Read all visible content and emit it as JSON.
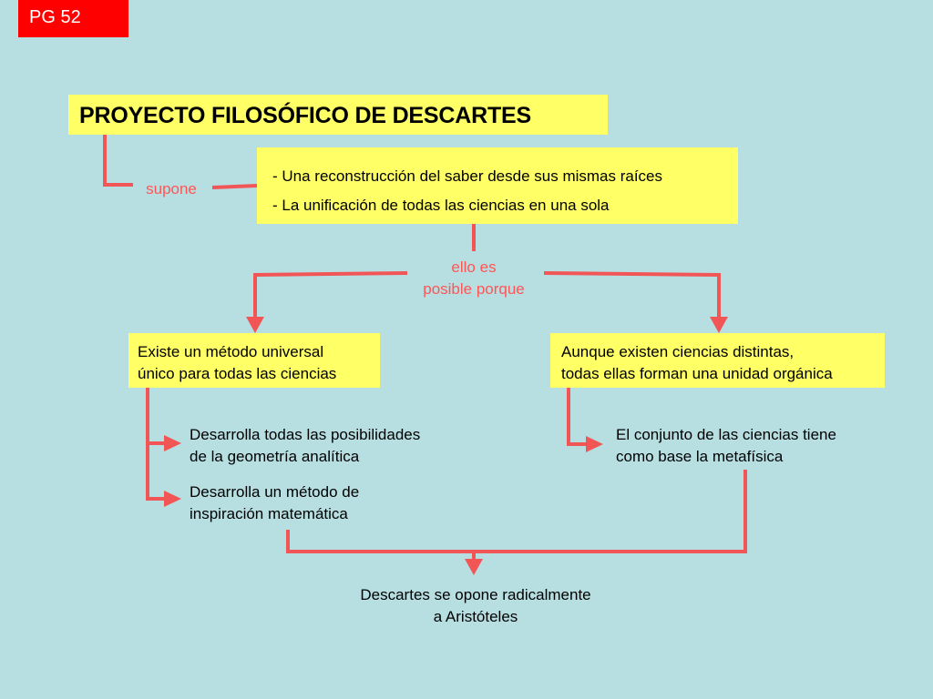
{
  "page_tag": "PG 52",
  "title": "PROYECTO FILOSÓFICO DE DESCARTES",
  "connectors": {
    "supone": "supone",
    "ello_es_line1": "ello es",
    "ello_es_line2": "posible porque"
  },
  "supone_items": [
    "- Una reconstrucción del saber desde sus mismas raíces",
    "- La unificación de todas las ciencias en una sola"
  ],
  "left_branch": {
    "box_line1": "Existe un método universal",
    "box_line2": "único para todas las ciencias",
    "child1_line1": "Desarrolla todas las posibilidades",
    "child1_line2": "de la geometría analítica",
    "child2_line1": "Desarrolla un método de",
    "child2_line2": "inspiración matemática"
  },
  "right_branch": {
    "box_line1": "Aunque existen ciencias distintas,",
    "box_line2": "todas ellas forman una unidad orgánica",
    "child1_line1": "El conjunto de las ciencias tiene",
    "child1_line2": "como base la metafísica"
  },
  "conclusion": {
    "line1": "Descartes se opone radicalmente",
    "line2": "a Aristóteles"
  },
  "colors": {
    "background": "#b7dfe2",
    "box_fill": "#ffff66",
    "connector": "#f25555",
    "connector_text": "#ff5555",
    "page_tag": "#ff0000"
  }
}
